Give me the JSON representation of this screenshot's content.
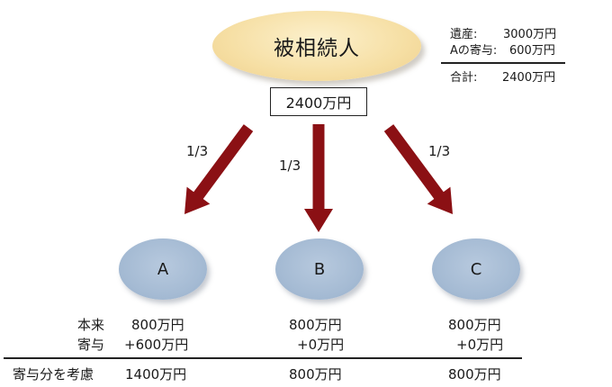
{
  "decedent": {
    "label": "被相続人"
  },
  "estate_box": {
    "value": "2400万円"
  },
  "summary": {
    "estate_label": "遺産:",
    "estate_value": "3000万円",
    "contribution_label": "Aの寄与:",
    "contribution_value": "600万円",
    "total_label": "合計:",
    "total_value": "2400万円"
  },
  "shares": {
    "a": "1/3",
    "b": "1/3",
    "c": "1/3"
  },
  "heirs": {
    "a": {
      "name": "A",
      "base": "800万円",
      "contribution": "+600万円",
      "total": "1400万円"
    },
    "b": {
      "name": "B",
      "base": "800万円",
      "contribution": "+0万円",
      "total": "800万円"
    },
    "c": {
      "name": "C",
      "base": "800万円",
      "contribution": "+0万円",
      "total": "800万円"
    }
  },
  "row_labels": {
    "base": "本来",
    "contribution": "寄与",
    "total": "寄与分を考慮"
  },
  "colors": {
    "arrow": "#8b1014",
    "decedent_fill": "#f6dfa4",
    "heir_fill": "#a4bad3"
  }
}
